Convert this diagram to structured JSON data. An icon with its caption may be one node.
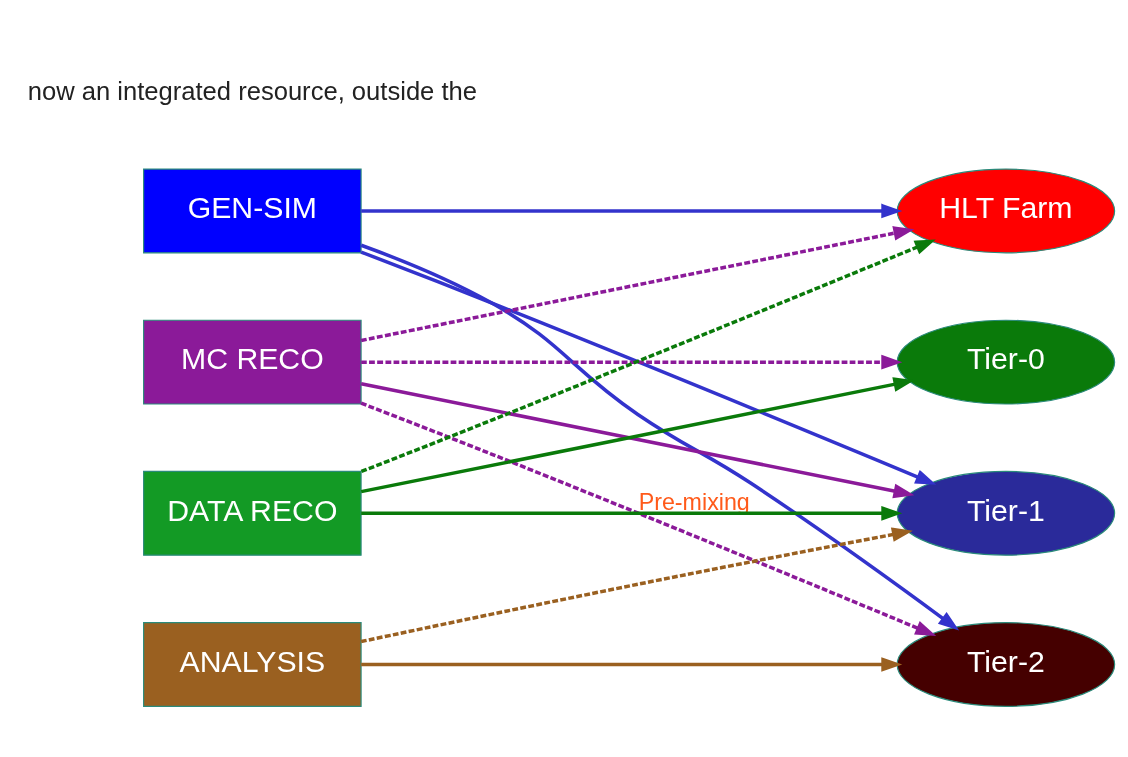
{
  "diagram": {
    "nodes": [
      {
        "text": [
          "GEN-SIM"
        ]
      },
      {
        "text": [
          "MC RECO"
        ]
      },
      {
        "text": [
          "DATA RECO"
        ]
      },
      {
        "text": [
          "ANALYSIS"
        ]
      },
      {
        "text": [
          "HLT Farm"
        ]
      },
      {
        "text": [
          "Tier-0"
        ]
      },
      {
        "text": [
          "Tier-1"
        ]
      },
      {
        "text": [
          "Tier-2"
        ]
      }
    ],
    "edges": [
      {
        "from": 0,
        "to": 4,
        "arrow": "to",
        "color": "#3333cc"
      },
      {
        "from": 0,
        "to": 6,
        "arrow": "to",
        "color": "#3333cc"
      },
      {
        "from": 0,
        "to": 7,
        "arrow": "to",
        "color": "#3333cc"
      },
      {
        "from": 1,
        "to": 4,
        "arrow": "to",
        "style": "dashed",
        "color": "#8b1a99"
      },
      {
        "from": 1,
        "to": 5,
        "arrow": "to",
        "style": "dashed",
        "color": "#8b1a99"
      },
      {
        "from": 1,
        "to": 6,
        "arrow": "to",
        "color": "#8b1a99"
      },
      {
        "from": 1,
        "to": 7,
        "arrow": "to",
        "style": "dashed",
        "color": "#8b1a99",
        "label": "Pre-mixing"
      },
      {
        "from": 2,
        "to": 4,
        "arrow": "to",
        "style": "dashed",
        "color": "#0a7a0a"
      },
      {
        "from": 2,
        "to": 5,
        "arrow": "to",
        "color": "#0a7a0a"
      },
      {
        "from": 2,
        "to": 6,
        "arrow": "to",
        "color": "#0a7a0a"
      },
      {
        "from": 3,
        "to": 6,
        "arrow": "to",
        "style": "dashed",
        "color": "#9a6020"
      },
      {
        "from": 3,
        "to": 7,
        "arrow": "to",
        "color": "#9a6020"
      }
    ],
    "labels": [
      "now an integrated resource, outside the"
    ]
  }
}
